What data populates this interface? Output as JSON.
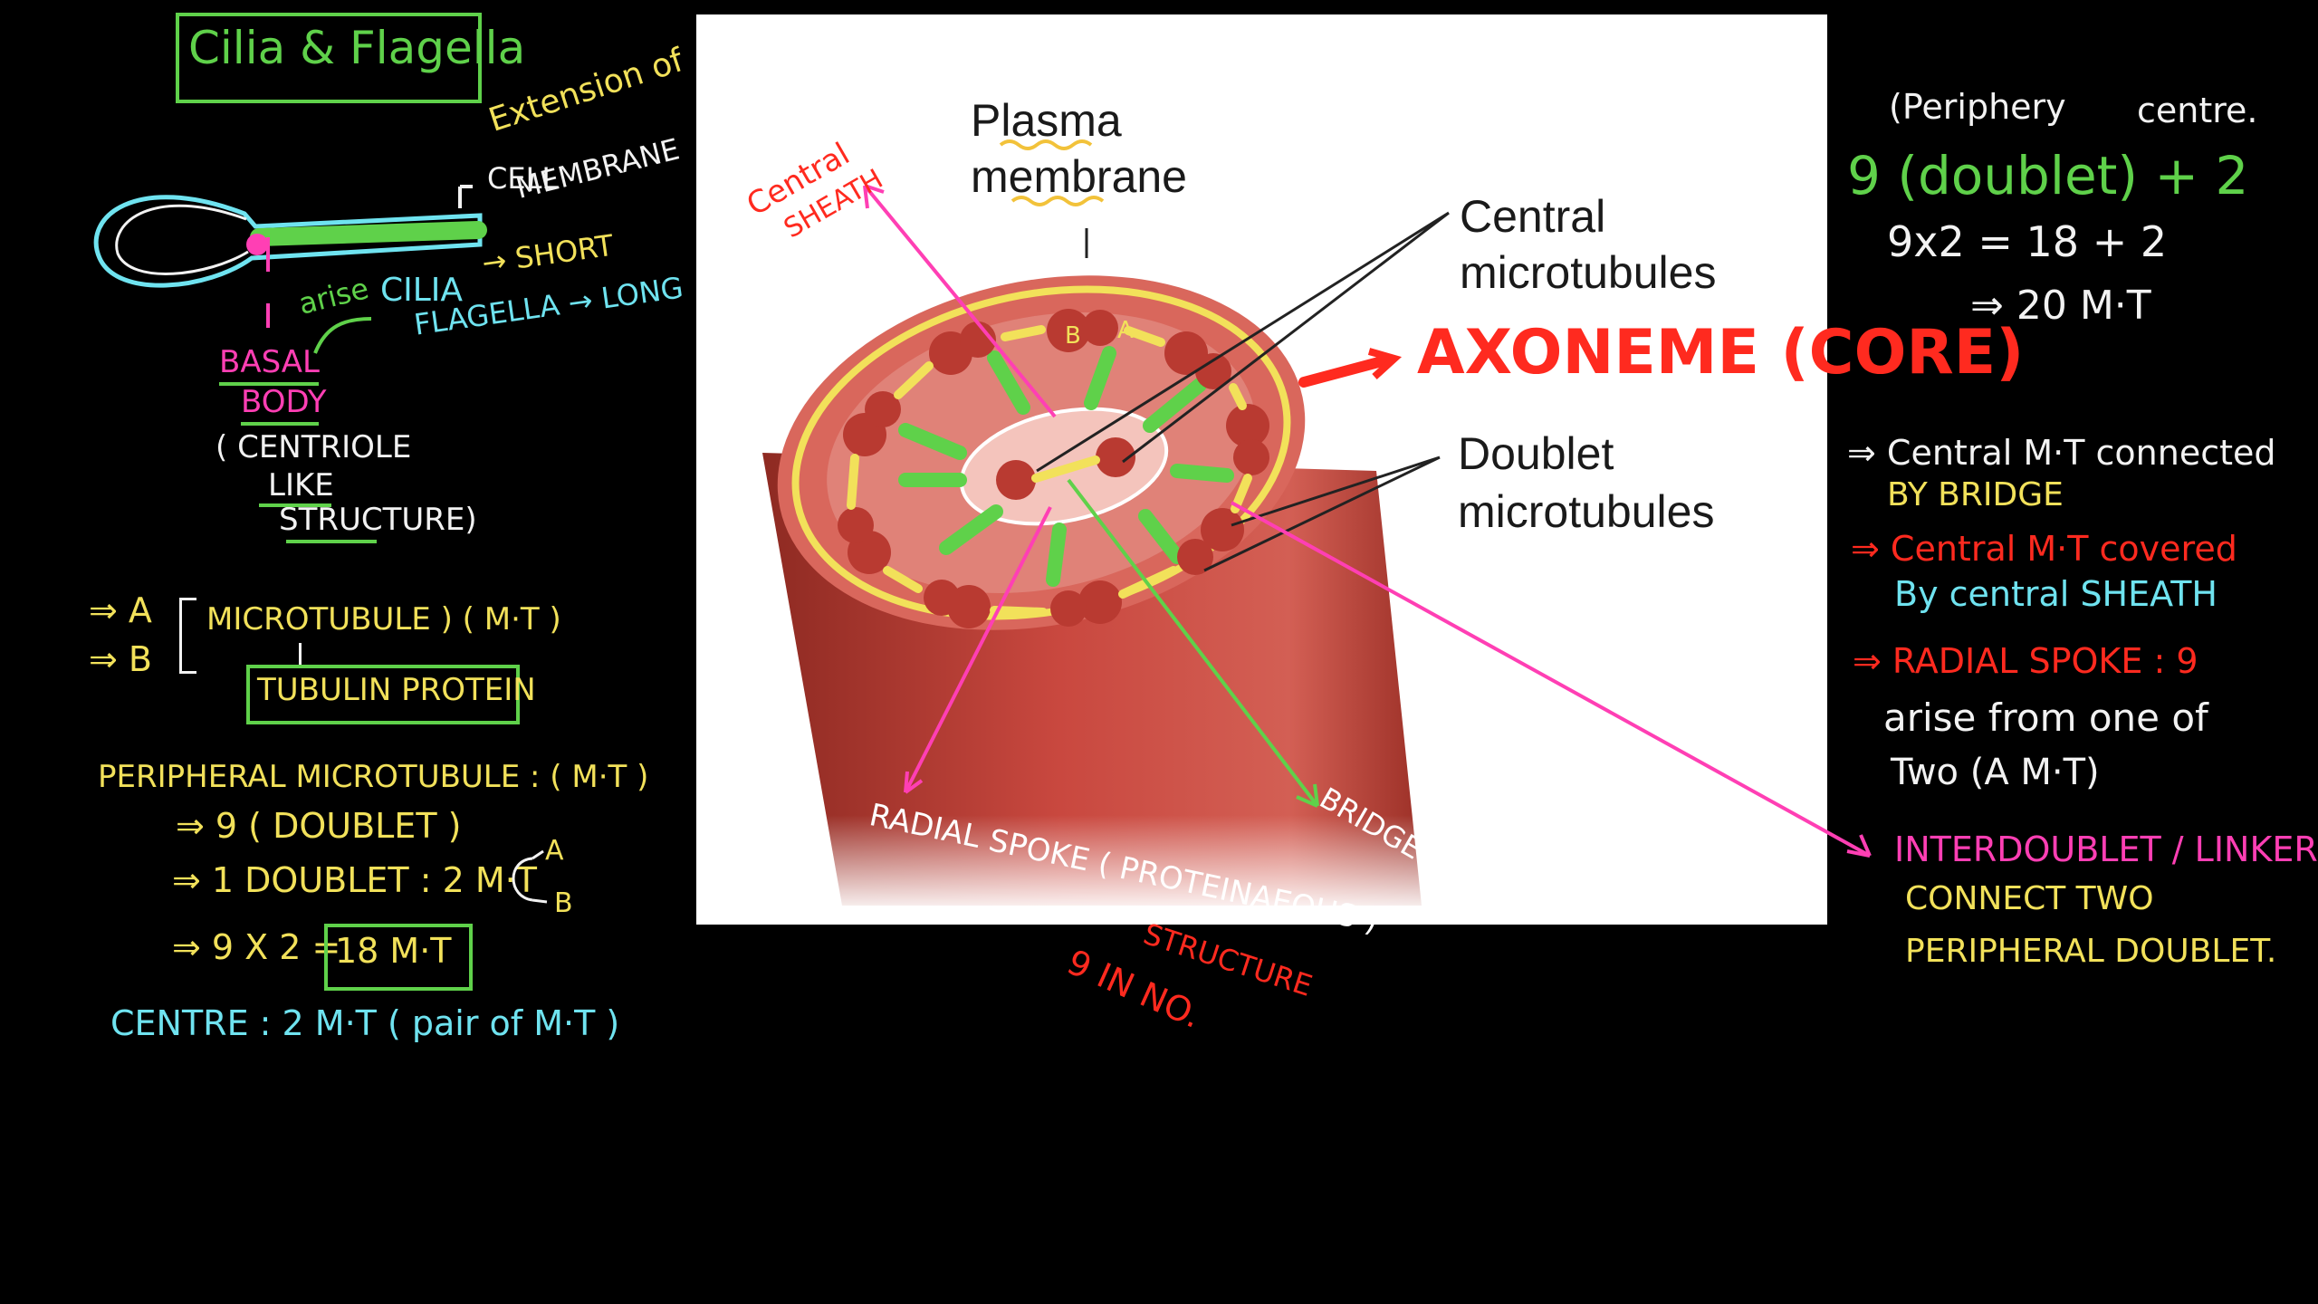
{
  "colors": {
    "background": "#000000",
    "green": "#5fd14a",
    "yellow": "#f2e15a",
    "cyan": "#6fe3f0",
    "pink": "#ff3fb4",
    "red": "#ff2a1f",
    "white": "#f2f2f2",
    "tissue": "#c9483f"
  },
  "left": {
    "title": "Cilia & Flagella",
    "extension": "Extension of",
    "cell": "CELL",
    "membrane": "MEMBRANE",
    "arise": "arise",
    "cilia": "CILIA",
    "short": "→ SHORT",
    "flagella": "FLAGELLA → LONG",
    "basal": "BASAL",
    "body": "BODY",
    "centriole": "( CENTRIOLE",
    "like": "LIKE",
    "structure": "STRUCTURE)",
    "arrow_a": "⇒ A",
    "arrow_b": "⇒ B",
    "microtubule": "MICROTUBULE ) ( M·T )",
    "tubulin": "TUBULIN PROTEIN",
    "peripheral": "PERIPHERAL MICROTUBULE : ( M·T )",
    "nine_doublet": "⇒ 9 ( DOUBLET )",
    "one_doublet": "⇒ 1 DOUBLET :  2 M·T",
    "mt_a": "A",
    "mt_b": "B",
    "nine_x2": "⇒ 9 X 2 =",
    "eighteen": "18 M·T",
    "centre": "CENTRE :  2 M·T ( pair of M·T )"
  },
  "diagram": {
    "plasma": "Plasma",
    "membrane": "membrane",
    "central": "Central",
    "microtubules1": "microtubules",
    "doublet": "Doublet",
    "microtubules2": "microtubules",
    "central_sheath_1": "Central",
    "central_sheath_2": "SHEATH",
    "axoneme": "AXONEME (CORE)",
    "radial_spoke": "RADIAL SPOKE ( PROTEINAEOUS )",
    "structure": "STRUCTURE",
    "nine_in_no": "9 IN NO.",
    "bridge": "BRIDGE",
    "marker_a": "A",
    "marker_b": "B"
  },
  "right": {
    "periphery": "(Periphery",
    "centre": "centre.",
    "formula": "9 (doublet) + 2",
    "calc": "9x2 = 18 + 2",
    "total": "⇒ 20 M·T",
    "connected_1": "⇒ Central M·T connected",
    "connected_2": "BY BRIDGE",
    "covered_1": "⇒ Central M·T covered",
    "covered_2": "By central SHEATH",
    "radial_1": "⇒ RADIAL SPOKE :  9",
    "radial_2": "arise from one of",
    "radial_3": "Two (A M·T)",
    "inter_1": "INTERDOUBLET / LINKERS",
    "inter_2": "CONNECT TWO",
    "inter_3": "PERIPHERAL DOUBLET."
  }
}
